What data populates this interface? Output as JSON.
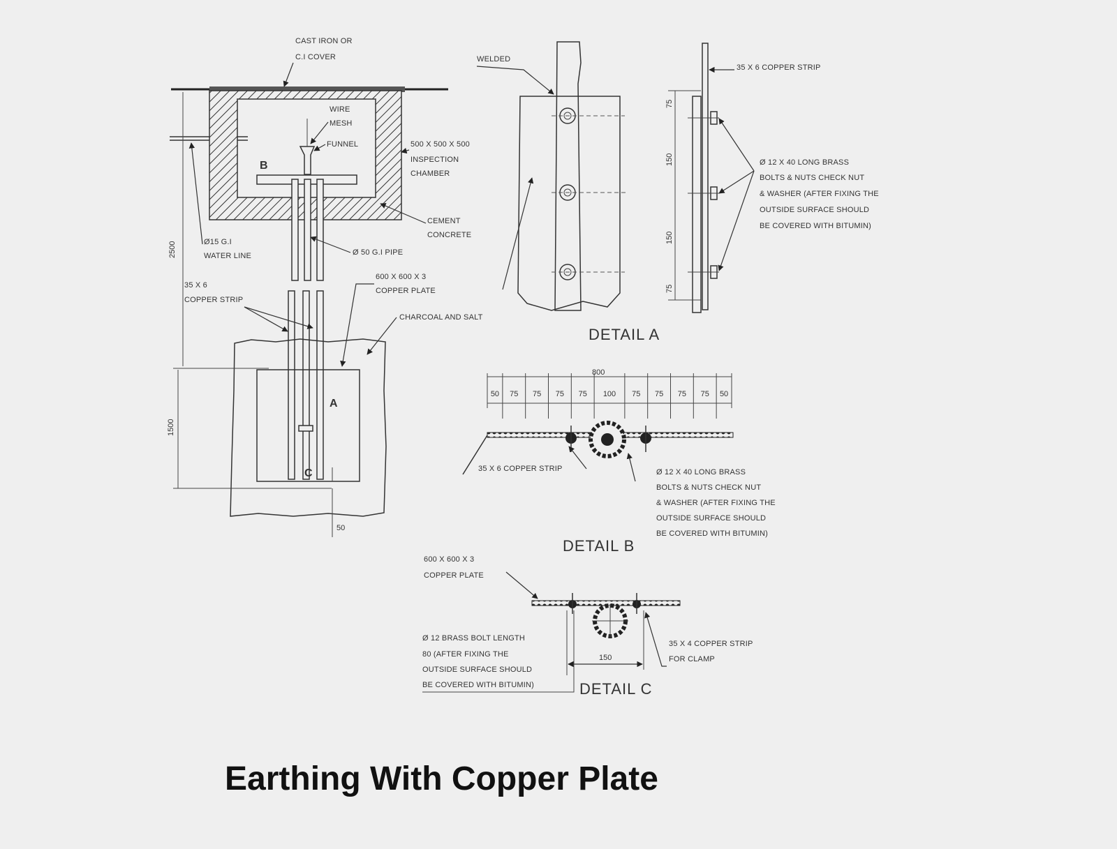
{
  "title": "Earthing With Copper Plate",
  "main_view": {
    "cover": [
      "CAST IRON OR",
      "C.I COVER"
    ],
    "wire_mesh": [
      "WIRE",
      "MESH"
    ],
    "funnel": "FUNNEL",
    "inspection_chamber": [
      "500 X 500 X 500",
      "INSPECTION",
      "CHAMBER"
    ],
    "cement_concrete": [
      "CEMENT",
      "CONCRETE"
    ],
    "water_line": [
      "Ø15 G.I",
      "WATER LINE"
    ],
    "gi_pipe": "Ø 50 G.I PIPE",
    "copper_plate": [
      "600 X 600 X 3",
      "COPPER PLATE"
    ],
    "copper_strip": [
      "35 X 6",
      "COPPER STRIP"
    ],
    "charcoal": "CHARCOAL AND SALT",
    "letter_b": "B",
    "letter_a": "A",
    "letter_c": "C",
    "dim_depth": "2500",
    "dim_plate": "1500",
    "dim_bottom": "50"
  },
  "detail_a": {
    "title": "DETAIL  A",
    "welded": "WELDED",
    "copper_strip": "35 X 6 COPPER STRIP",
    "bolts": [
      "Ø 12 X 40 LONG BRASS",
      "BOLTS & NUTS CHECK NUT",
      "& WASHER (AFTER FIXING THE",
      "OUTSIDE SURFACE SHOULD",
      "BE COVERED WITH BITUMIN)"
    ],
    "dim_1": "75",
    "dim_2": "150",
    "dim_3": "150",
    "dim_4": "75"
  },
  "detail_b": {
    "title": "DETAIL  B",
    "total": "800",
    "spacings": [
      "50",
      "75",
      "75",
      "75",
      "75",
      "100",
      "75",
      "75",
      "75",
      "75",
      "50"
    ],
    "copper_strip": "35 X 6 COPPER STRIP",
    "bolts": [
      "Ø 12 X 40 LONG BRASS",
      "BOLTS & NUTS CHECK NUT",
      "& WASHER (AFTER FIXING THE",
      "OUTSIDE SURFACE SHOULD",
      "BE COVERED WITH BITUMIN)"
    ]
  },
  "detail_c": {
    "title": "DETAIL  C",
    "copper_plate": [
      "600 X 600 X 3",
      "COPPER PLATE"
    ],
    "bolt": [
      "Ø 12 BRASS BOLT LENGTH",
      "80 (AFTER FIXING THE",
      "OUTSIDE SURFACE SHOULD",
      "BE COVERED WITH BITUMIN)"
    ],
    "clamp": [
      "35 X 4 COPPER STRIP",
      "FOR CLAMP"
    ],
    "dim": "150"
  }
}
